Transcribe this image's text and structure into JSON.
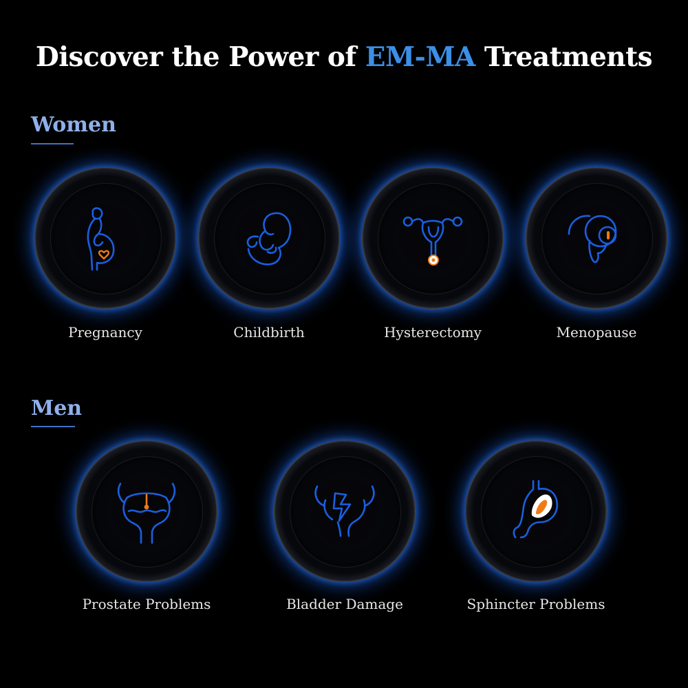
{
  "title": {
    "prefix": "Discover the Power of ",
    "accent": "EM-MA",
    "suffix": " Treatments"
  },
  "colors": {
    "background": "#000000",
    "accent_blue": "#3b8fe6",
    "section_label": "#8fb0ea",
    "icon_stroke": "#1a5fe0",
    "icon_highlight": "#f07a14",
    "glow": "#1e6eff"
  },
  "sections": {
    "women": {
      "label": "Women",
      "items": [
        {
          "label": "Pregnancy",
          "icon": "pregnancy-icon"
        },
        {
          "label": "Childbirth",
          "icon": "fetus-icon"
        },
        {
          "label": "Hysterectomy",
          "icon": "uterus-icon"
        },
        {
          "label": "Menopause",
          "icon": "ovary-icon"
        }
      ]
    },
    "men": {
      "label": "Men",
      "items": [
        {
          "label": "Prostate Problems",
          "icon": "bladder-icon"
        },
        {
          "label": "Bladder Damage",
          "icon": "damaged-bladder-icon"
        },
        {
          "label": "Sphincter Problems",
          "icon": "stomach-icon"
        }
      ]
    }
  }
}
